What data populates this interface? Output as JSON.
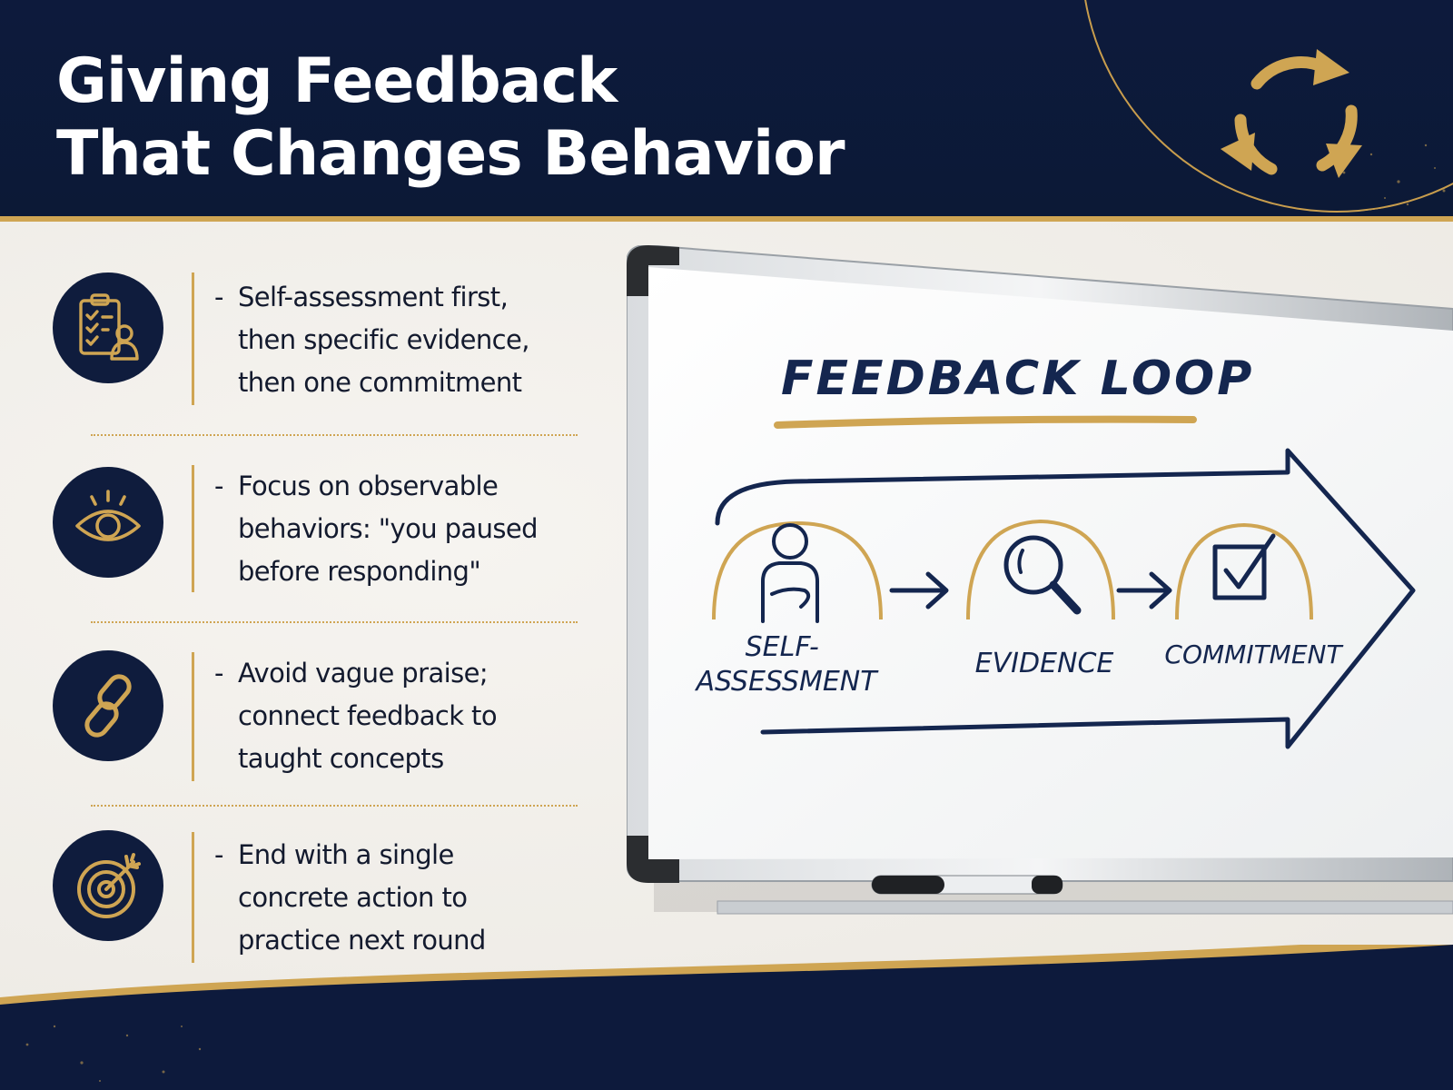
{
  "header": {
    "title_lines": [
      "Giving Feedback",
      "That Changes Behavior"
    ]
  },
  "tips": [
    {
      "icon": "clipboard-person-icon",
      "dash": "-",
      "lines": [
        "Self-assessment first,",
        "then specific evidence,",
        "then one commitment"
      ]
    },
    {
      "icon": "eye-icon",
      "dash": "-",
      "lines": [
        "Focus on observable",
        "behaviors: \"you paused",
        "before responding\""
      ]
    },
    {
      "icon": "chain-link-icon",
      "dash": "-",
      "lines": [
        "Avoid vague praise;",
        "connect feedback to",
        "taught concepts"
      ]
    },
    {
      "icon": "target-icon",
      "dash": "-",
      "lines": [
        "End with a single",
        "concrete action to",
        "practice next round"
      ]
    }
  ],
  "whiteboard": {
    "heading": "FEEDBACK LOOP",
    "steps": [
      {
        "icon": "person-icon",
        "label_lines": [
          "SELF-",
          "ASSESSMENT"
        ]
      },
      {
        "icon": "magnifier-icon",
        "label_lines": [
          "EVIDENCE"
        ]
      },
      {
        "icon": "checkbox-icon",
        "label_lines": [
          "COMMITMENT"
        ]
      }
    ]
  },
  "colors": {
    "navy": "#0f1c3d",
    "gold": "#cfa553",
    "ink": "#14264f",
    "panel": "#f1efeb"
  }
}
